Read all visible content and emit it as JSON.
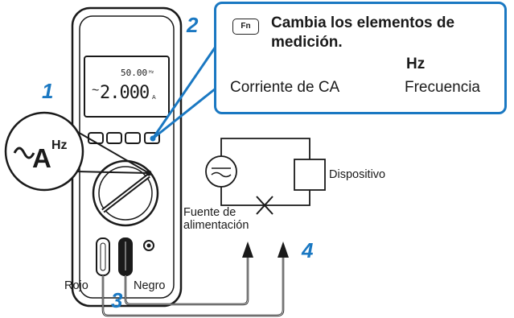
{
  "steps": {
    "s1": "1",
    "s2": "2",
    "s3": "3",
    "s4": "4"
  },
  "callout": {
    "fn_key": "Fn",
    "title": "Cambia los elementos de medición.",
    "hz_symbol": "Hz",
    "left_label": "Corriente de CA",
    "right_label": "Frecuencia"
  },
  "display": {
    "sub_value": "50.00",
    "sub_unit": "Hz",
    "main_value": "2.000",
    "main_unit": "A"
  },
  "zoom": {
    "function": "A",
    "superscript": "Hz"
  },
  "circuit": {
    "device_label": "Dispositivo",
    "source_label": "Fuente de alimentación"
  },
  "leads": {
    "red_label": "Rojo",
    "black_label": "Negro"
  },
  "colors": {
    "accent": "#1a78c2",
    "line": "#1a1a1a"
  }
}
